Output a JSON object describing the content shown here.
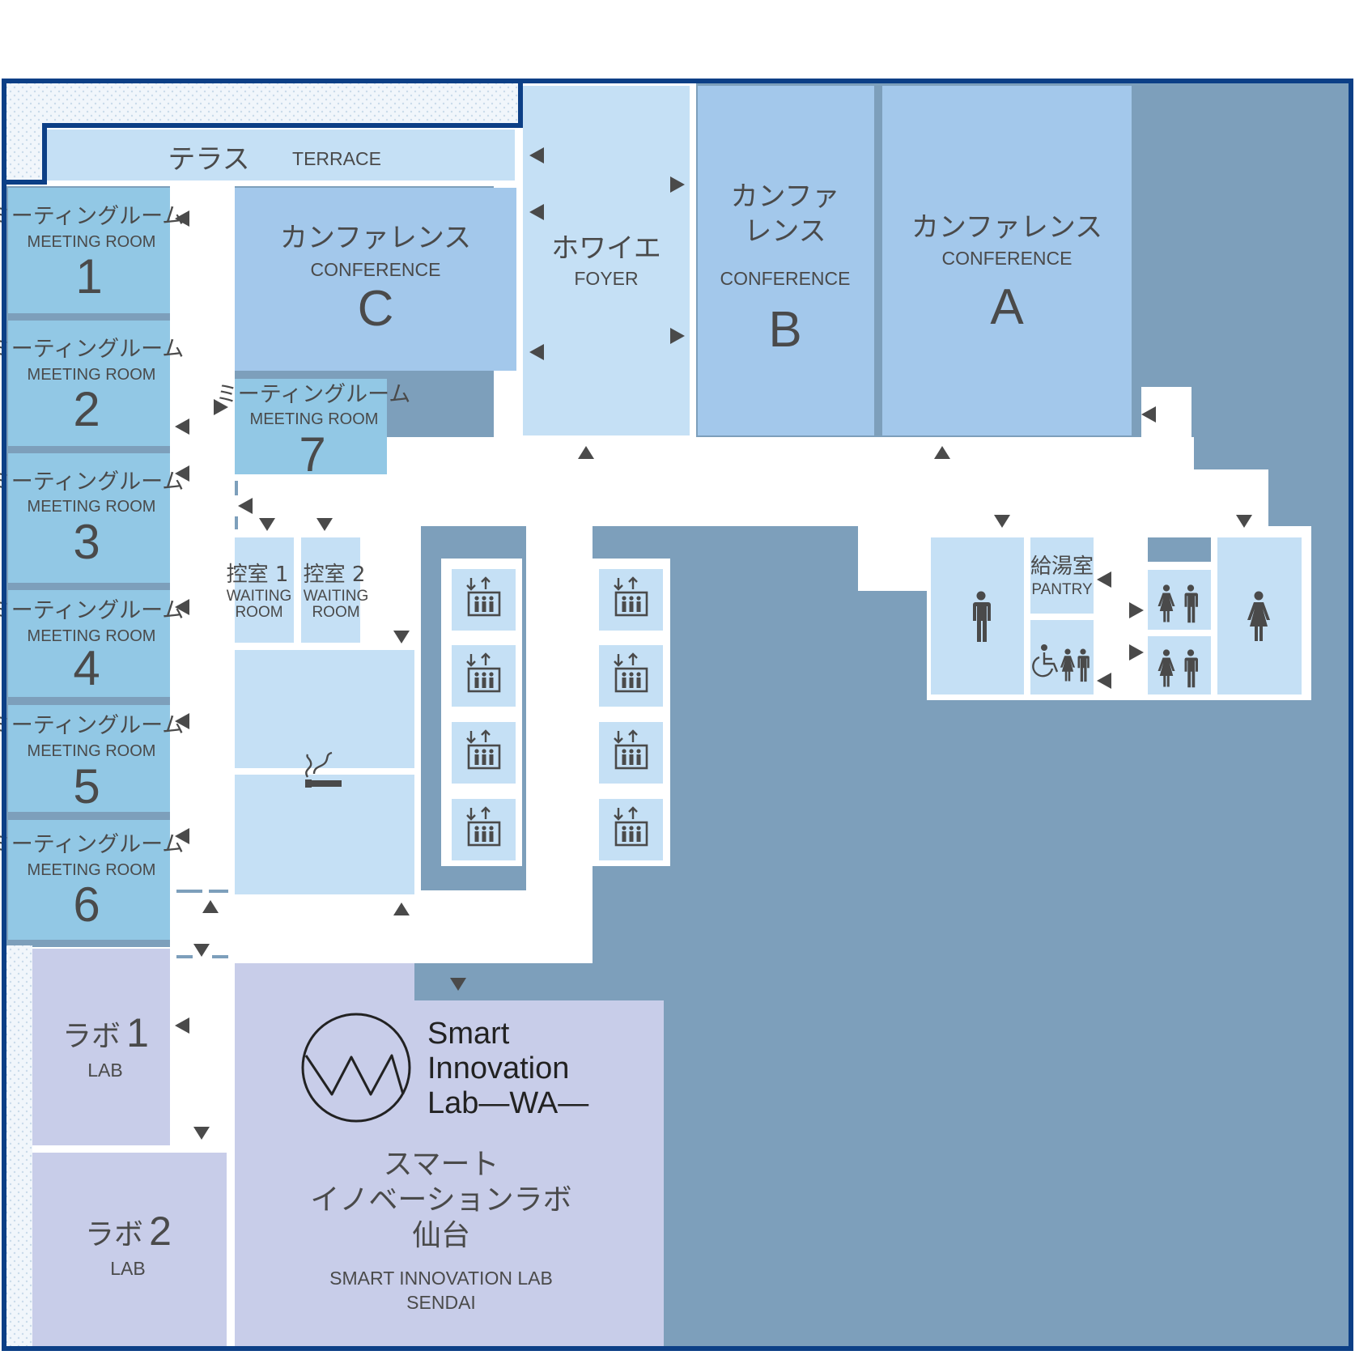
{
  "colors": {
    "border": "#0c3f86",
    "structure": "#7d9fbb",
    "room_light": "#c5e0f5",
    "room_mid": "#a3c8eb",
    "room_meeting": "#92c8e5",
    "room_lab": "#c8cde9",
    "corridor": "#ffffff",
    "text": "#4a4a4a"
  },
  "terrace": {
    "jp": "テラス",
    "en": "TERRACE"
  },
  "foyer": {
    "jp": "ホワイエ",
    "en": "FOYER"
  },
  "conference_a": {
    "jp": "カンファレンス",
    "en": "CONFERENCE",
    "letter": "A"
  },
  "conference_b": {
    "jp1": "カンファ",
    "jp2": "レンス",
    "en": "CONFERENCE",
    "letter": "B"
  },
  "conference_c": {
    "jp": "カンファレンス",
    "en": "CONFERENCE",
    "letter": "C"
  },
  "meeting_rooms": [
    {
      "jp": "ミーティングルーム",
      "en": "MEETING ROOM",
      "num": "1"
    },
    {
      "jp": "ミーティングルーム",
      "en": "MEETING ROOM",
      "num": "2"
    },
    {
      "jp": "ミーティングルーム",
      "en": "MEETING ROOM",
      "num": "3"
    },
    {
      "jp": "ミーティングルーム",
      "en": "MEETING ROOM",
      "num": "4"
    },
    {
      "jp": "ミーティングルーム",
      "en": "MEETING ROOM",
      "num": "5"
    },
    {
      "jp": "ミーティングルーム",
      "en": "MEETING ROOM",
      "num": "6"
    },
    {
      "jp": "ミーティングルーム",
      "en": "MEETING ROOM",
      "num": "7"
    }
  ],
  "waiting_rooms": [
    {
      "jp": "控室 1",
      "en1": "WAITING",
      "en2": "ROOM"
    },
    {
      "jp": "控室 2",
      "en1": "WAITING",
      "en2": "ROOM"
    }
  ],
  "pantry": {
    "jp": "給湯室",
    "en": "PANTRY"
  },
  "labs": [
    {
      "jp": "ラボ",
      "num": "1",
      "en": "LAB"
    },
    {
      "jp": "ラボ",
      "num": "2",
      "en": "LAB"
    }
  ],
  "smart_lab": {
    "logo_line1": "Smart",
    "logo_line2": "Innovation",
    "logo_line3": "Lab—WA—",
    "jp1": "スマート",
    "jp2": "イノベーションラボ",
    "jp3": "仙台",
    "en1": "SMART INNOVATION LAB",
    "en2": "SENDAI"
  },
  "icons": {
    "elevators": "elevator-icon",
    "smoking": "smoking-area-icon",
    "restroom_men": "men-restroom-icon",
    "restroom_women": "women-restroom-icon",
    "restroom_family": "family-restroom-icon",
    "accessible": "accessible-restroom-icon",
    "entrances": "entrance-arrow-icon"
  }
}
